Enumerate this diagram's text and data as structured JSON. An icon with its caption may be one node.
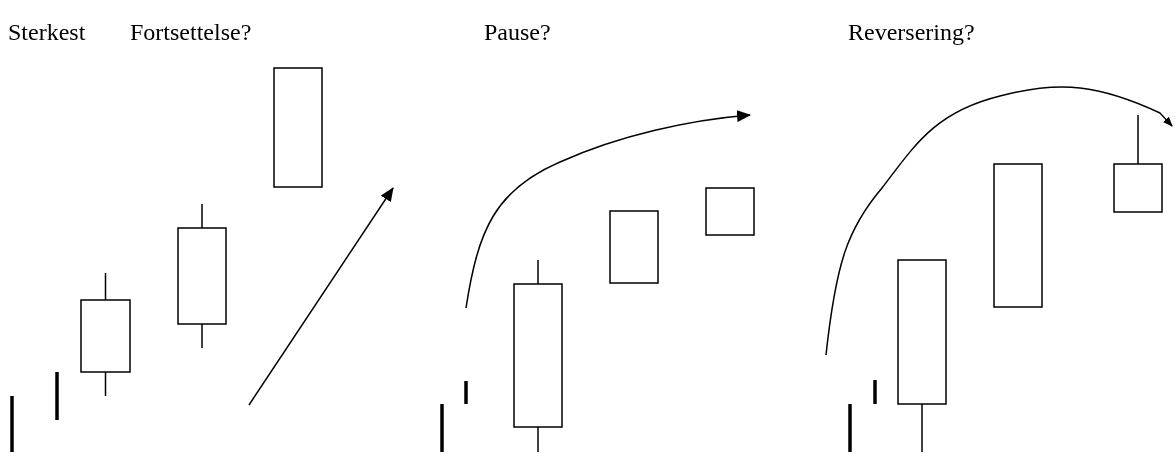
{
  "diagram": {
    "labels": [
      "Sterkest",
      "Fortsettelse?",
      "Pause?",
      "Reversering?"
    ]
  }
}
